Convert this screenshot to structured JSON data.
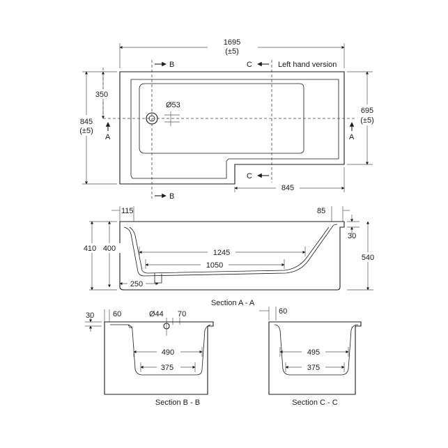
{
  "plan": {
    "overall_length": "1695",
    "overall_length_tol": "(±5)",
    "overall_width": "845",
    "overall_width_tol": "(±5)",
    "narrow_width": "695",
    "narrow_width_tol": "(±5)",
    "waste_offset": "350",
    "waste_diameter": "Ø53",
    "step_length": "845",
    "version_label": "Left hand version",
    "section_a": "A",
    "section_b": "B",
    "section_c": "C"
  },
  "section_aa": {
    "title": "Section A - A",
    "rim_left": "115",
    "rim_right": "85",
    "rim_height": "30",
    "height_outer": "410",
    "height_inner": "400",
    "height_total": "540",
    "length_top": "1245",
    "length_bottom": "1050",
    "waste_position": "250"
  },
  "section_bb": {
    "title": "Section B - B",
    "rim_thickness": "30",
    "rim_left": "60",
    "waste_diameter": "Ø44",
    "rim_right": "70",
    "width_top": "490",
    "width_bottom": "375"
  },
  "section_cc": {
    "title": "Section C - C",
    "rim_left": "60",
    "width_top": "495",
    "width_bottom": "375"
  }
}
